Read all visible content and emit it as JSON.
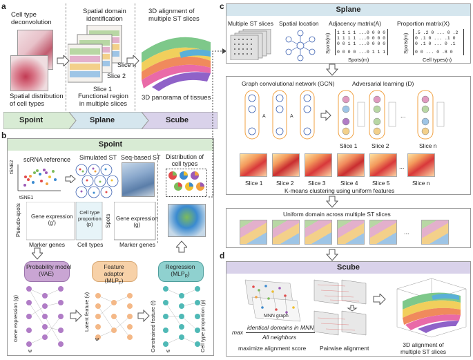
{
  "panel_labels": {
    "a": "a",
    "b": "b",
    "c": "c",
    "d": "d"
  },
  "panel_a": {
    "deconvolution": "Cell type\ndeconvolution",
    "spatial_distribution": "Spatial distribution\nof cell types",
    "domain_identification": "Spatial domain\nidentification",
    "slice_1": "Slice 1",
    "slice_2": "Slice 2",
    "slice_n": "Slice n",
    "functional_region": "Functional region\nin multiple slices",
    "alignment_title": "3D alignment of\nmultiple ST slices",
    "panorama": "3D panorama of tissues",
    "tabs": [
      "Spoint",
      "Splane",
      "Scube"
    ]
  },
  "panel_b": {
    "header": "Spoint",
    "scrna": "scRNA  reference",
    "simulated": "Simulated ST",
    "seq_based": "Seq-based ST",
    "distribution": "Distribution of\ncell types",
    "tsne1": "tSNE1",
    "tsne2": "tSNE2",
    "pseudo_spots": "Pseudo-spots",
    "spots": "Spots",
    "gene_expr_g1": "Gene expression\n(g')",
    "cell_type_prop": "Cell type\nproportion\n(p)",
    "gene_expr": "Gene expression\n(g)",
    "marker_genes": "Marker genes",
    "cell_types": "Cell types",
    "marker_genes2": "Marker genes",
    "models": [
      {
        "title": "Probability model\n(VAE)",
        "color": "#c9a5d3"
      },
      {
        "title": "Feature adaptor\n(MLP",
        "sub": "F",
        "color": "#f7d1a8"
      },
      {
        "title": "Regression\n(MLP",
        "sub": "R",
        "color": "#8fd1cf"
      }
    ],
    "gene_expression_axis": "Gene expression (g)",
    "latent_axis": "Latent feature (v)",
    "constrained_axis": "Constrained feature (f)",
    "proportion_axis": "Cell type proportion (p)",
    "w_labels": [
      "w",
      "w",
      "w"
    ]
  },
  "panel_c": {
    "header": "Splane",
    "multiple_slices": "Multiple ST slices",
    "spatial_location": "Spatial location",
    "adjacency": "Adjacency matrix(A)",
    "proportion": "Proportion matrix(X)",
    "adj_rows": [
      "1 1 1 1 ...0 0 0 0",
      "1 1 1 1 ...0 0 0 0",
      "0 0 1 1 ...0 0 0 0",
      "0 0 0 0 ...0 1 1 1"
    ],
    "prop_rows": [
      ".5 .2  0 ...  0 .2",
      "0 .1  0 ... .1  0",
      "0 .1  0 ... 0 .1",
      "0  0 ... 0 .8  0"
    ],
    "spots_m": "Spots(m)",
    "cell_types_n": "Cell types(n)",
    "gcn": "Graph convolutional network (GCN)",
    "adversarial": "Adversarial learning (D)",
    "slice_labels_top": [
      "Slice 1",
      "Slice 2",
      "Slice n"
    ],
    "slice_labels": [
      "Slice 1",
      "Slice 2",
      "Slice 3",
      "Slice 4",
      "Slice 5",
      "Slice n"
    ],
    "kmeans": "K-means clustering using uniform features",
    "uniform": "Uniform domain across multiple ST slices",
    "ellipsis": "..."
  },
  "panel_d": {
    "header": "Scube",
    "mnn_graph": "MNN graph",
    "max": "max",
    "numerator": "identical domains in MNN",
    "denominator": "All neighbors",
    "maximize": "maximize alignment score",
    "pairwise": "Pairwise alignment",
    "alignment": "3D alignment of\nmultiple ST slices"
  },
  "colors": {
    "spoint": "#d8ebd4",
    "splane": "#d5e6ee",
    "scube": "#d9d2ea",
    "vae": "#b07cc6",
    "adaptor": "#f4b887",
    "regression": "#4fb9b6"
  }
}
